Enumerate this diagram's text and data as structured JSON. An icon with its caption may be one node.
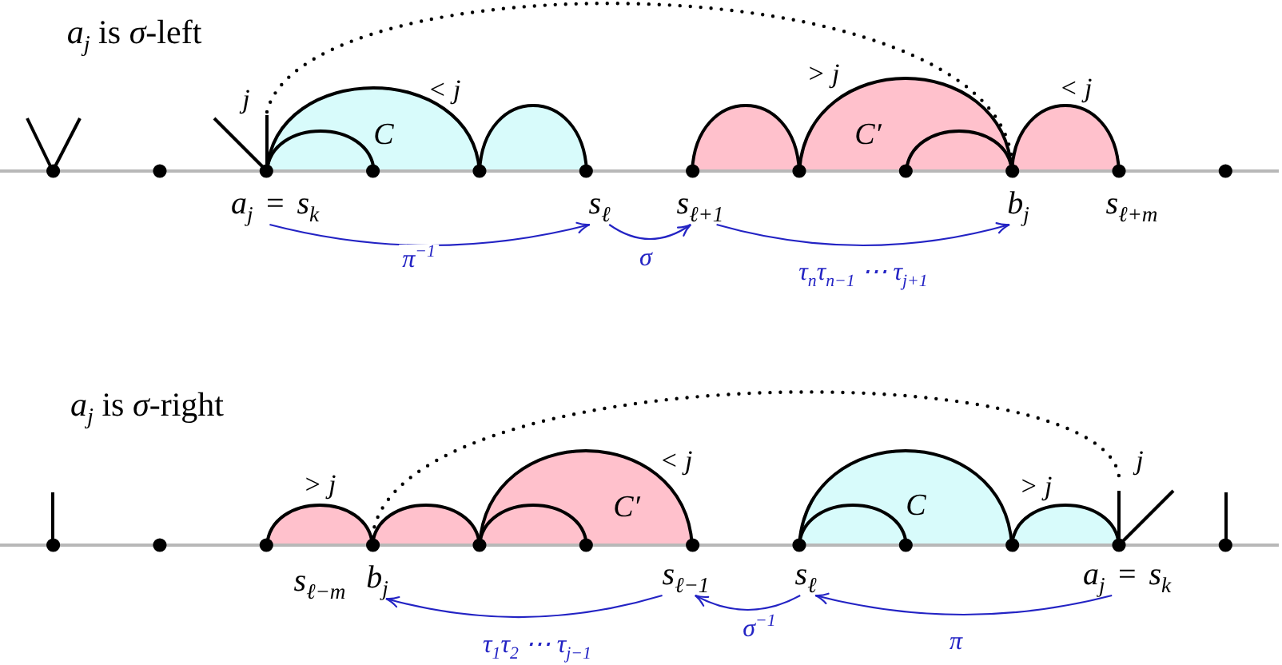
{
  "diagram": {
    "nodes": [
      {
        "text": [
          "C"
        ]
      },
      {
        "text": [
          "C′"
        ]
      },
      {
        "text": [
          "a$_{j}$ = s$_{k}$"
        ]
      },
      {
        "text": [
          "s$_{ℓ}$"
        ]
      },
      {
        "text": [
          "s$_{ℓ+1}$"
        ]
      },
      {
        "text": [
          "b$_{j}$"
        ]
      },
      {
        "text": [
          "C′"
        ]
      },
      {
        "text": [
          "C"
        ]
      },
      {
        "text": [
          "b$_{j}$"
        ]
      },
      {
        "text": [
          "s$_{ℓ−1}$"
        ]
      },
      {
        "text": [
          "s$_{ℓ}$"
        ]
      },
      {
        "text": [
          "a$_{j}$ = s$_{k}$"
        ]
      }
    ],
    "edges": [
      {
        "from": 2,
        "to": 3,
        "arrow": "to",
        "label": "π$^{−1}$"
      },
      {
        "from": 3,
        "to": 4,
        "arrow": "to",
        "label": "σ"
      },
      {
        "from": 4,
        "to": 5,
        "arrow": "to",
        "label": "τ$_{n}$τ$_{n−1}$ ⋯ τ$_{j+1}$"
      },
      {
        "from": 11,
        "to": 10,
        "arrow": "to",
        "label": "π"
      },
      {
        "from": 10,
        "to": 9,
        "arrow": "to",
        "label": "σ$^{−1}$"
      },
      {
        "from": 9,
        "to": 8,
        "arrow": "to",
        "label": "τ$_{1}$τ$_{2}$ ⋯ τ$_{j−1}$"
      }
    ],
    "labels": [
      "*a*$_{j}$ is *σ*-left",
      "j",
      "< j",
      "> j",
      "< j",
      "s$_{ℓ+m}$",
      "*a*$_{j}$ is *σ*-right",
      "> j",
      "< j",
      "> j",
      "j",
      "s$_{ℓ−m}$"
    ]
  }
}
